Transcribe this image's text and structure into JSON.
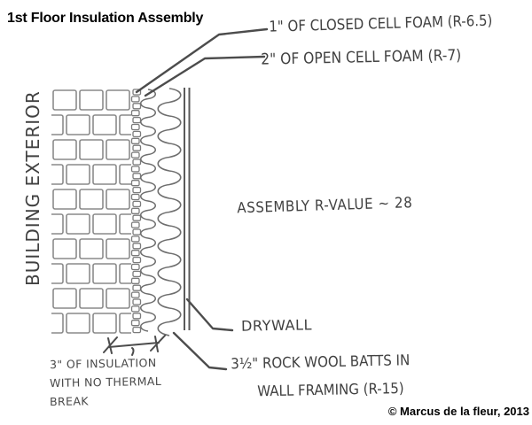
{
  "title": "1st Floor Insulation Assembly",
  "copyright": "© Marcus de la fleur, 2013",
  "colors": {
    "background": "#ffffff",
    "title_text": "#000000",
    "handwriting_ink": "#414141",
    "sketch_line": "#8a8a8a",
    "leader_line": "#4c4c4c"
  },
  "diagram": {
    "callouts": {
      "closed_cell_foam": "1\" OF CLOSED CELL FOAM (R-6.5)",
      "open_cell_foam": "2\" OF OPEN CELL FOAM (R-7)",
      "drywall": "DRYWALL",
      "rock_wool_line1": "3½\" ROCK WOOL BATTS IN",
      "rock_wool_line2": "WALL FRAMING (R-15)"
    },
    "annotations": {
      "building_exterior": "BUILDING EXTERIOR",
      "assembly_r_value": "ASSEMBLY R-VALUE ~ 28",
      "insulation_note_line1": "3\" OF INSULATION",
      "insulation_note_line2": "WITH NO THERMAL",
      "insulation_note_line3": "BREAK"
    },
    "layers": {
      "brick": "brick veneer (building exterior)",
      "closed_cell": "1 inch closed cell foam",
      "open_cell": "2 inch open cell foam",
      "rock_wool": "3.5 inch rock wool batts",
      "drywall": "drywall"
    }
  }
}
